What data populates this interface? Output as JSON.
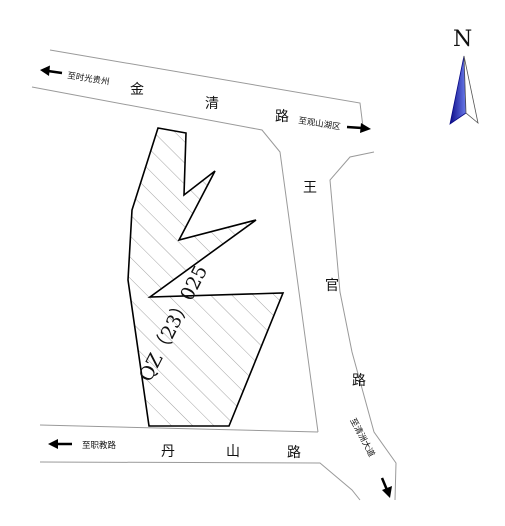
{
  "north": {
    "label": "N"
  },
  "roads": {
    "jinqing": [
      "金",
      "清",
      "路"
    ],
    "wangguan": [
      "王",
      "官",
      "路"
    ],
    "danshan": [
      "丹",
      "山",
      "路"
    ]
  },
  "notes": {
    "to_shiguang": "至时光贵州",
    "to_guanshanhu": "至观山湖区",
    "to_zhijiao": "至职教路",
    "to_qingzhen": "至清洲大道"
  },
  "parcel": {
    "code": "QZ（23）025"
  },
  "colors": {
    "compass_blue": "#1a1aa8",
    "outline": "#000000",
    "road": "#9a9a9a"
  }
}
